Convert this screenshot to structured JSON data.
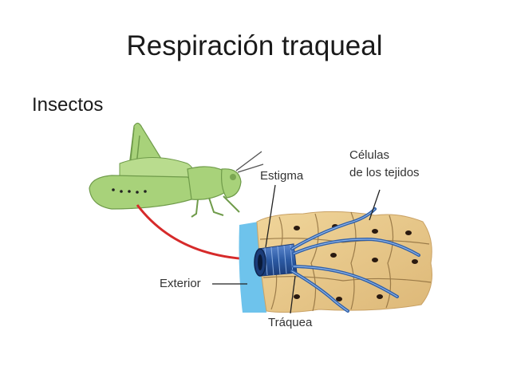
{
  "slide": {
    "title": "Respiración traqueal",
    "subtitle": "Insectos"
  },
  "labels": {
    "estigma": "Estigma",
    "celulas_line1": "Células",
    "celulas_line2": "de los tejidos",
    "exterior": "Exterior",
    "traquea": "Tráquea"
  },
  "colors": {
    "insect": "#a8d27a",
    "insect_outline": "#6f9b4a",
    "tissue": "#e8c888",
    "tissue_lines": "#8a6a3a",
    "trachea": "#2f5fa8",
    "exterior": "#6ec3ec",
    "arrow": "#d62a2a"
  }
}
